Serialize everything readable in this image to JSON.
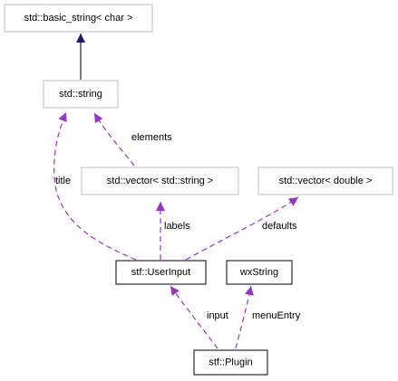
{
  "colors": {
    "solid_edge": "#191970",
    "dashed_edge": "#9a32cd",
    "border_default": "#bfbfbf",
    "border_strong": "#000000",
    "fill_highlight": "#bfbfbf",
    "fill_default": "#ffffff"
  },
  "nodes": {
    "basic_string": {
      "label": "std::basic_string< char >",
      "style": "muted"
    },
    "string": {
      "label": "std::string",
      "style": "muted"
    },
    "vector_string": {
      "label": "std::vector< std::string >",
      "style": "muted"
    },
    "vector_double": {
      "label": "std::vector< double >",
      "style": "muted"
    },
    "userinput": {
      "label": "stf::UserInput",
      "style": "strong"
    },
    "wxstring": {
      "label": "wxString",
      "style": "strong"
    },
    "plugin": {
      "label": "stf::Plugin",
      "style": "highlight"
    }
  },
  "edges": {
    "string_to_basic": {
      "from": "string",
      "to": "basic_string",
      "kind": "inheritance",
      "label": ""
    },
    "vector_string_to_string": {
      "from": "vector_string",
      "to": "string",
      "kind": "usage",
      "label": "elements"
    },
    "userinput_to_string": {
      "from": "userinput",
      "to": "string",
      "kind": "usage",
      "label": "title"
    },
    "userinput_to_vector_string": {
      "from": "userinput",
      "to": "vector_string",
      "kind": "usage",
      "label": "labels"
    },
    "userinput_to_vector_double": {
      "from": "userinput",
      "to": "vector_double",
      "kind": "usage",
      "label": "defaults"
    },
    "plugin_to_userinput": {
      "from": "plugin",
      "to": "userinput",
      "kind": "usage",
      "label": "input"
    },
    "plugin_to_wxstring": {
      "from": "plugin",
      "to": "wxstring",
      "kind": "usage",
      "label": "menuEntry"
    }
  }
}
